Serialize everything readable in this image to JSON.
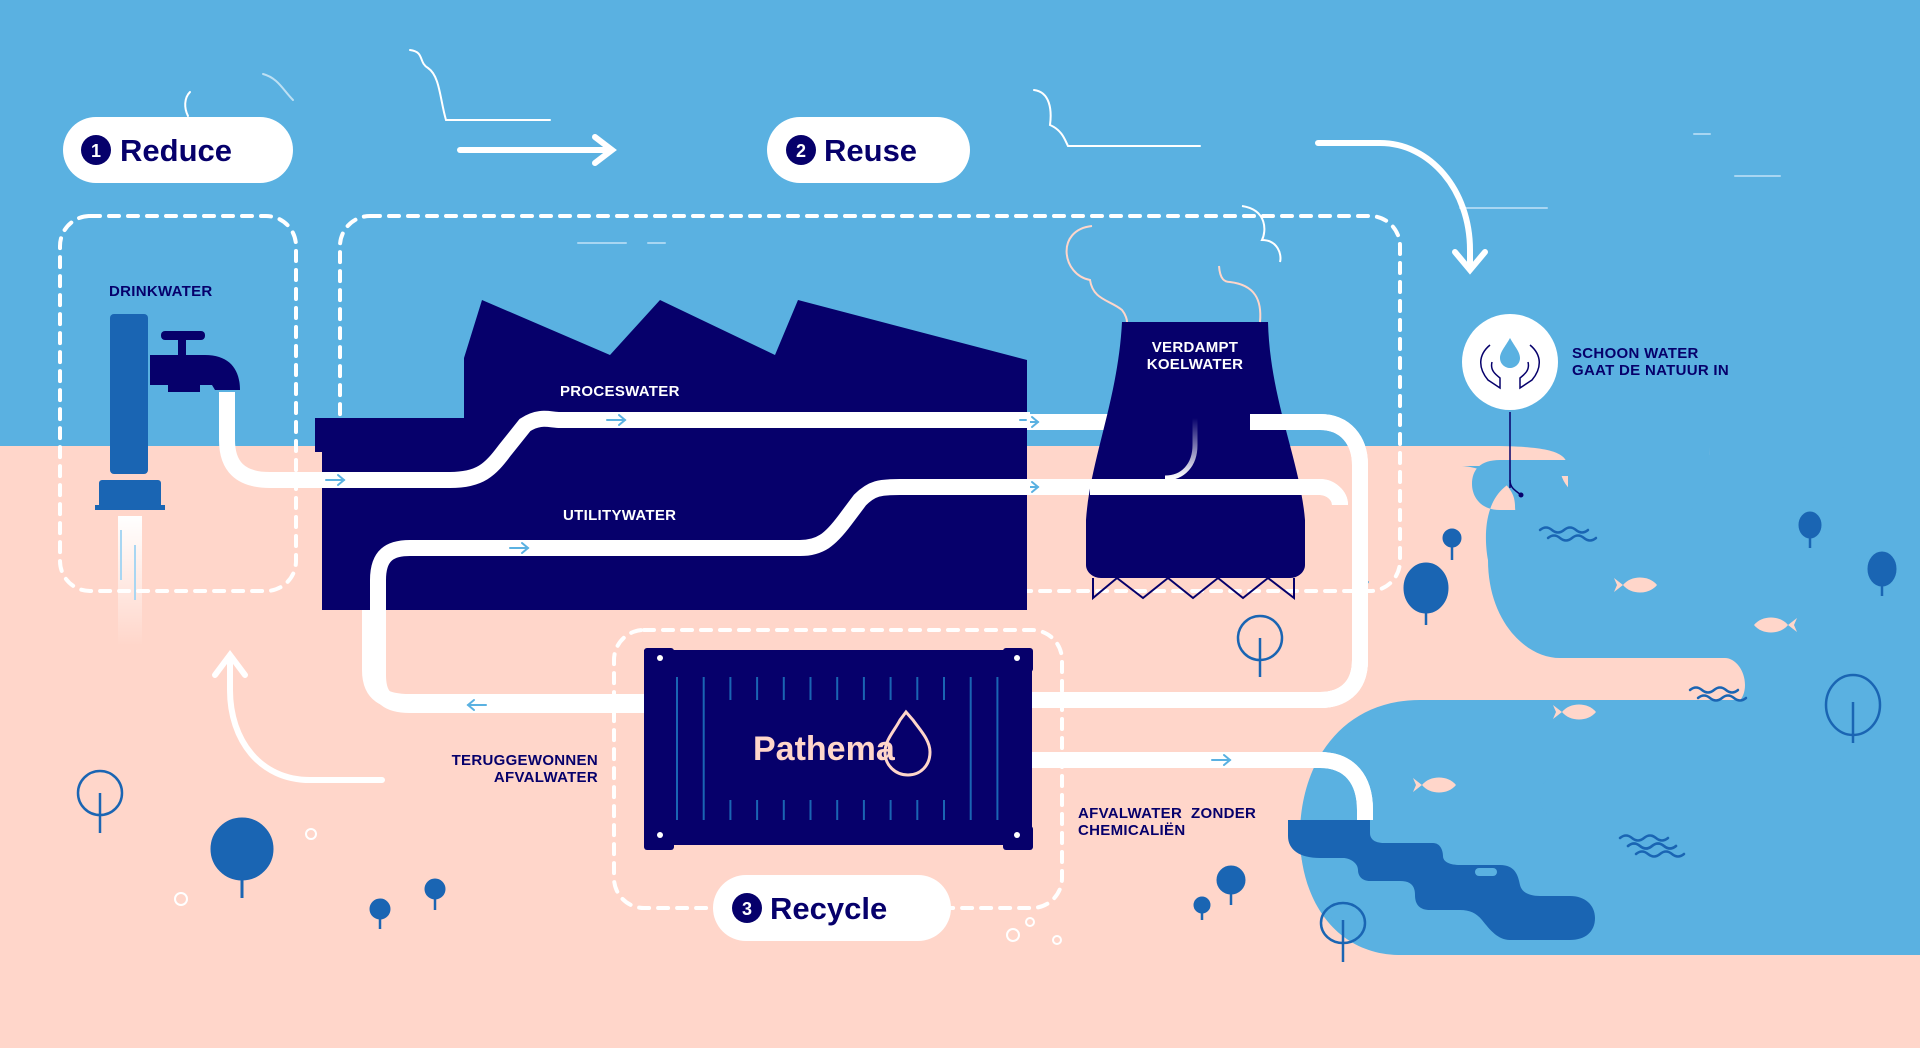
{
  "colors": {
    "sky": "#5ab1e1",
    "ground": "#ffd6ca",
    "navy": "#06006b",
    "mid_blue": "#1a65b3",
    "white": "#ffffff",
    "pipe_accent": "#7ec4ec"
  },
  "steps": [
    {
      "number": "1",
      "label": "Reduce"
    },
    {
      "number": "2",
      "label": "Reuse"
    },
    {
      "number": "3",
      "label": "Recycle"
    }
  ],
  "labels": {
    "drinkwater": "DRINKWATER",
    "proceswater": "PROCESWATER",
    "utilitywater": "UTILITYWATER",
    "cooling_line1": "VERDAMPT",
    "cooling_line2": "KOELWATER",
    "clean_line1": "SCHOON WATER",
    "clean_line2": "GAAT DE NATUUR IN",
    "recovered_line1": "TERUGGEWONNEN",
    "recovered_line2": "AFVALWATER",
    "nochem_line1": "AFVALWATER  ZONDER",
    "nochem_line2": "CHEMICALIËN"
  },
  "brand": {
    "name": "Pathema"
  },
  "icons": {
    "flow_arrow": "arrow-right-icon",
    "return_arrow": "arrow-left-icon",
    "down_arrow": "arrow-down-icon",
    "tap": "water-tap-icon",
    "factory": "factory-icon",
    "cooling_tower": "cooling-tower-icon",
    "container": "container-icon",
    "hands_drop": "hands-water-drop-icon",
    "fish": "fish-icon",
    "tree": "tree-icon",
    "wave": "wave-icon",
    "cloud": "cloud-icon"
  }
}
